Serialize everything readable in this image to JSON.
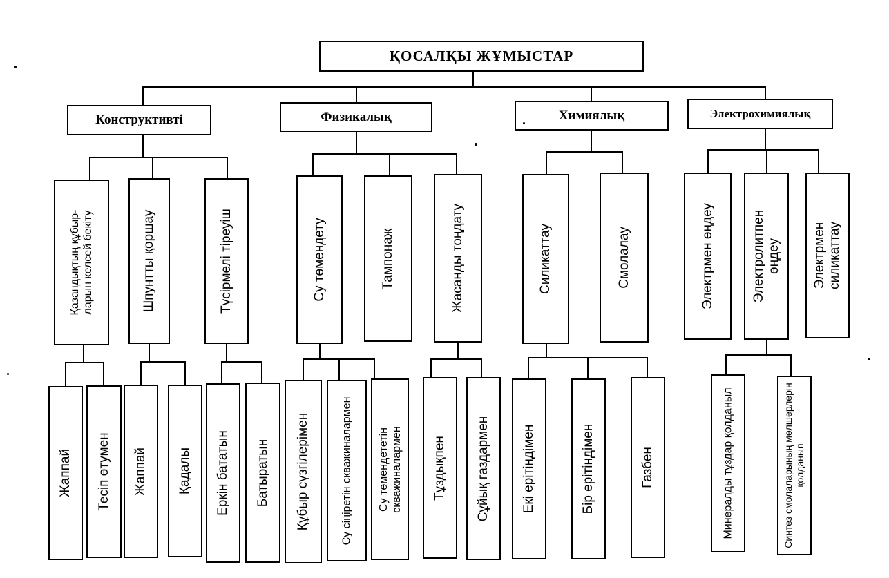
{
  "root": {
    "label": "ҚОСАЛҚЫ ЖҰМЫСТАР"
  },
  "categories": [
    {
      "label": "Конструктивті",
      "methods": [
        {
          "label": "Қазандықтың құбыр-ларын келсей бекіту",
          "leaves": [
            "Жаппай",
            "Тесіп өтумен"
          ]
        },
        {
          "label": "Шпунтты қоршау",
          "leaves": [
            "Жаппай",
            "Қадалы"
          ]
        },
        {
          "label": "Түсірмелі тіреуіш",
          "leaves": [
            "Еркін бататын",
            "Батыратын"
          ]
        }
      ]
    },
    {
      "label": "Физикалық",
      "methods": [
        {
          "label": "Су төмендету",
          "leaves": [
            "Құбыр сүзгілерімен",
            "Су сіңіретін скважиналармен",
            "Су төмендететін скважиналармен"
          ]
        },
        {
          "label": "Тампонаж",
          "leaves": []
        },
        {
          "label": "Жасанды тоңдату",
          "leaves": [
            "Тұздықпен",
            "Сұйық газдармен"
          ]
        }
      ]
    },
    {
      "label": "Химиялық",
      "methods": [
        {
          "label": "Силикаттау",
          "leaves": [
            "Екі ерітіндімен",
            "Бір ерітіндімен",
            "Газбен"
          ]
        },
        {
          "label": "Смолалау",
          "leaves": []
        }
      ]
    },
    {
      "label": "Электрохимиялық",
      "methods": [
        {
          "label": "Электрмен өңдеу",
          "leaves": []
        },
        {
          "label": "Электролитпен өңдеу",
          "leaves": [
            "Минералды тұздар қолданыл",
            "Синтез смолаларының мөлшерлерін қолданып"
          ]
        },
        {
          "label": "Электрмен силикаттау",
          "leaves": []
        }
      ]
    }
  ]
}
